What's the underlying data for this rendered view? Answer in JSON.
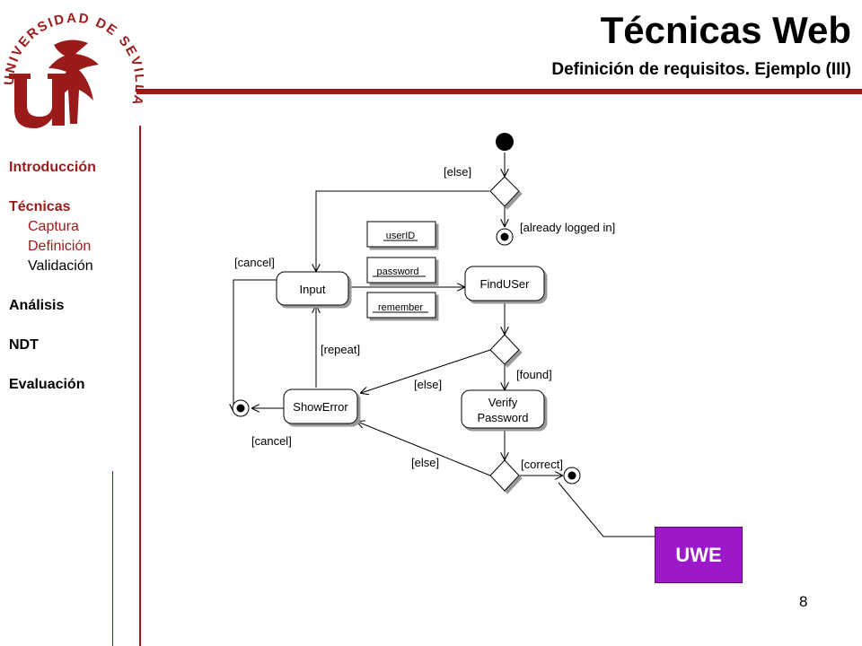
{
  "header": {
    "title": "Técnicas Web",
    "subtitle": "Definición de requisitos. Ejemplo (III)",
    "logo_text": "UNIVERSIDAD DE SEVILLA"
  },
  "nav": {
    "introduccion": "Introducción",
    "tecnicas": "Técnicas",
    "captura": "Captura",
    "definicion": "Definición",
    "validacion": "Validación",
    "analisis": "Análisis",
    "ndt": "NDT",
    "evaluacion": "Evaluación"
  },
  "diagram": {
    "activities": {
      "input": "Input",
      "find_user": "FindUSer",
      "show_error": "ShowError",
      "verify_password_1": "Verify",
      "verify_password_2": "Password"
    },
    "objects": {
      "userid": "userID",
      "password": "password",
      "remember": "remember"
    },
    "guards": {
      "else_top": "[else]",
      "already_logged_in": "[already logged in]",
      "cancel_input": "[cancel]",
      "repeat": "[repeat]",
      "found": "[found]",
      "else_mid": "[else]",
      "cancel_error": "[cancel]",
      "else_bottom": "[else]",
      "correct": "[correct]"
    }
  },
  "badge": {
    "label": "UWE"
  },
  "page_number": "8",
  "colors": {
    "accent": "#9b1b1b",
    "badge": "#9c18c8"
  }
}
